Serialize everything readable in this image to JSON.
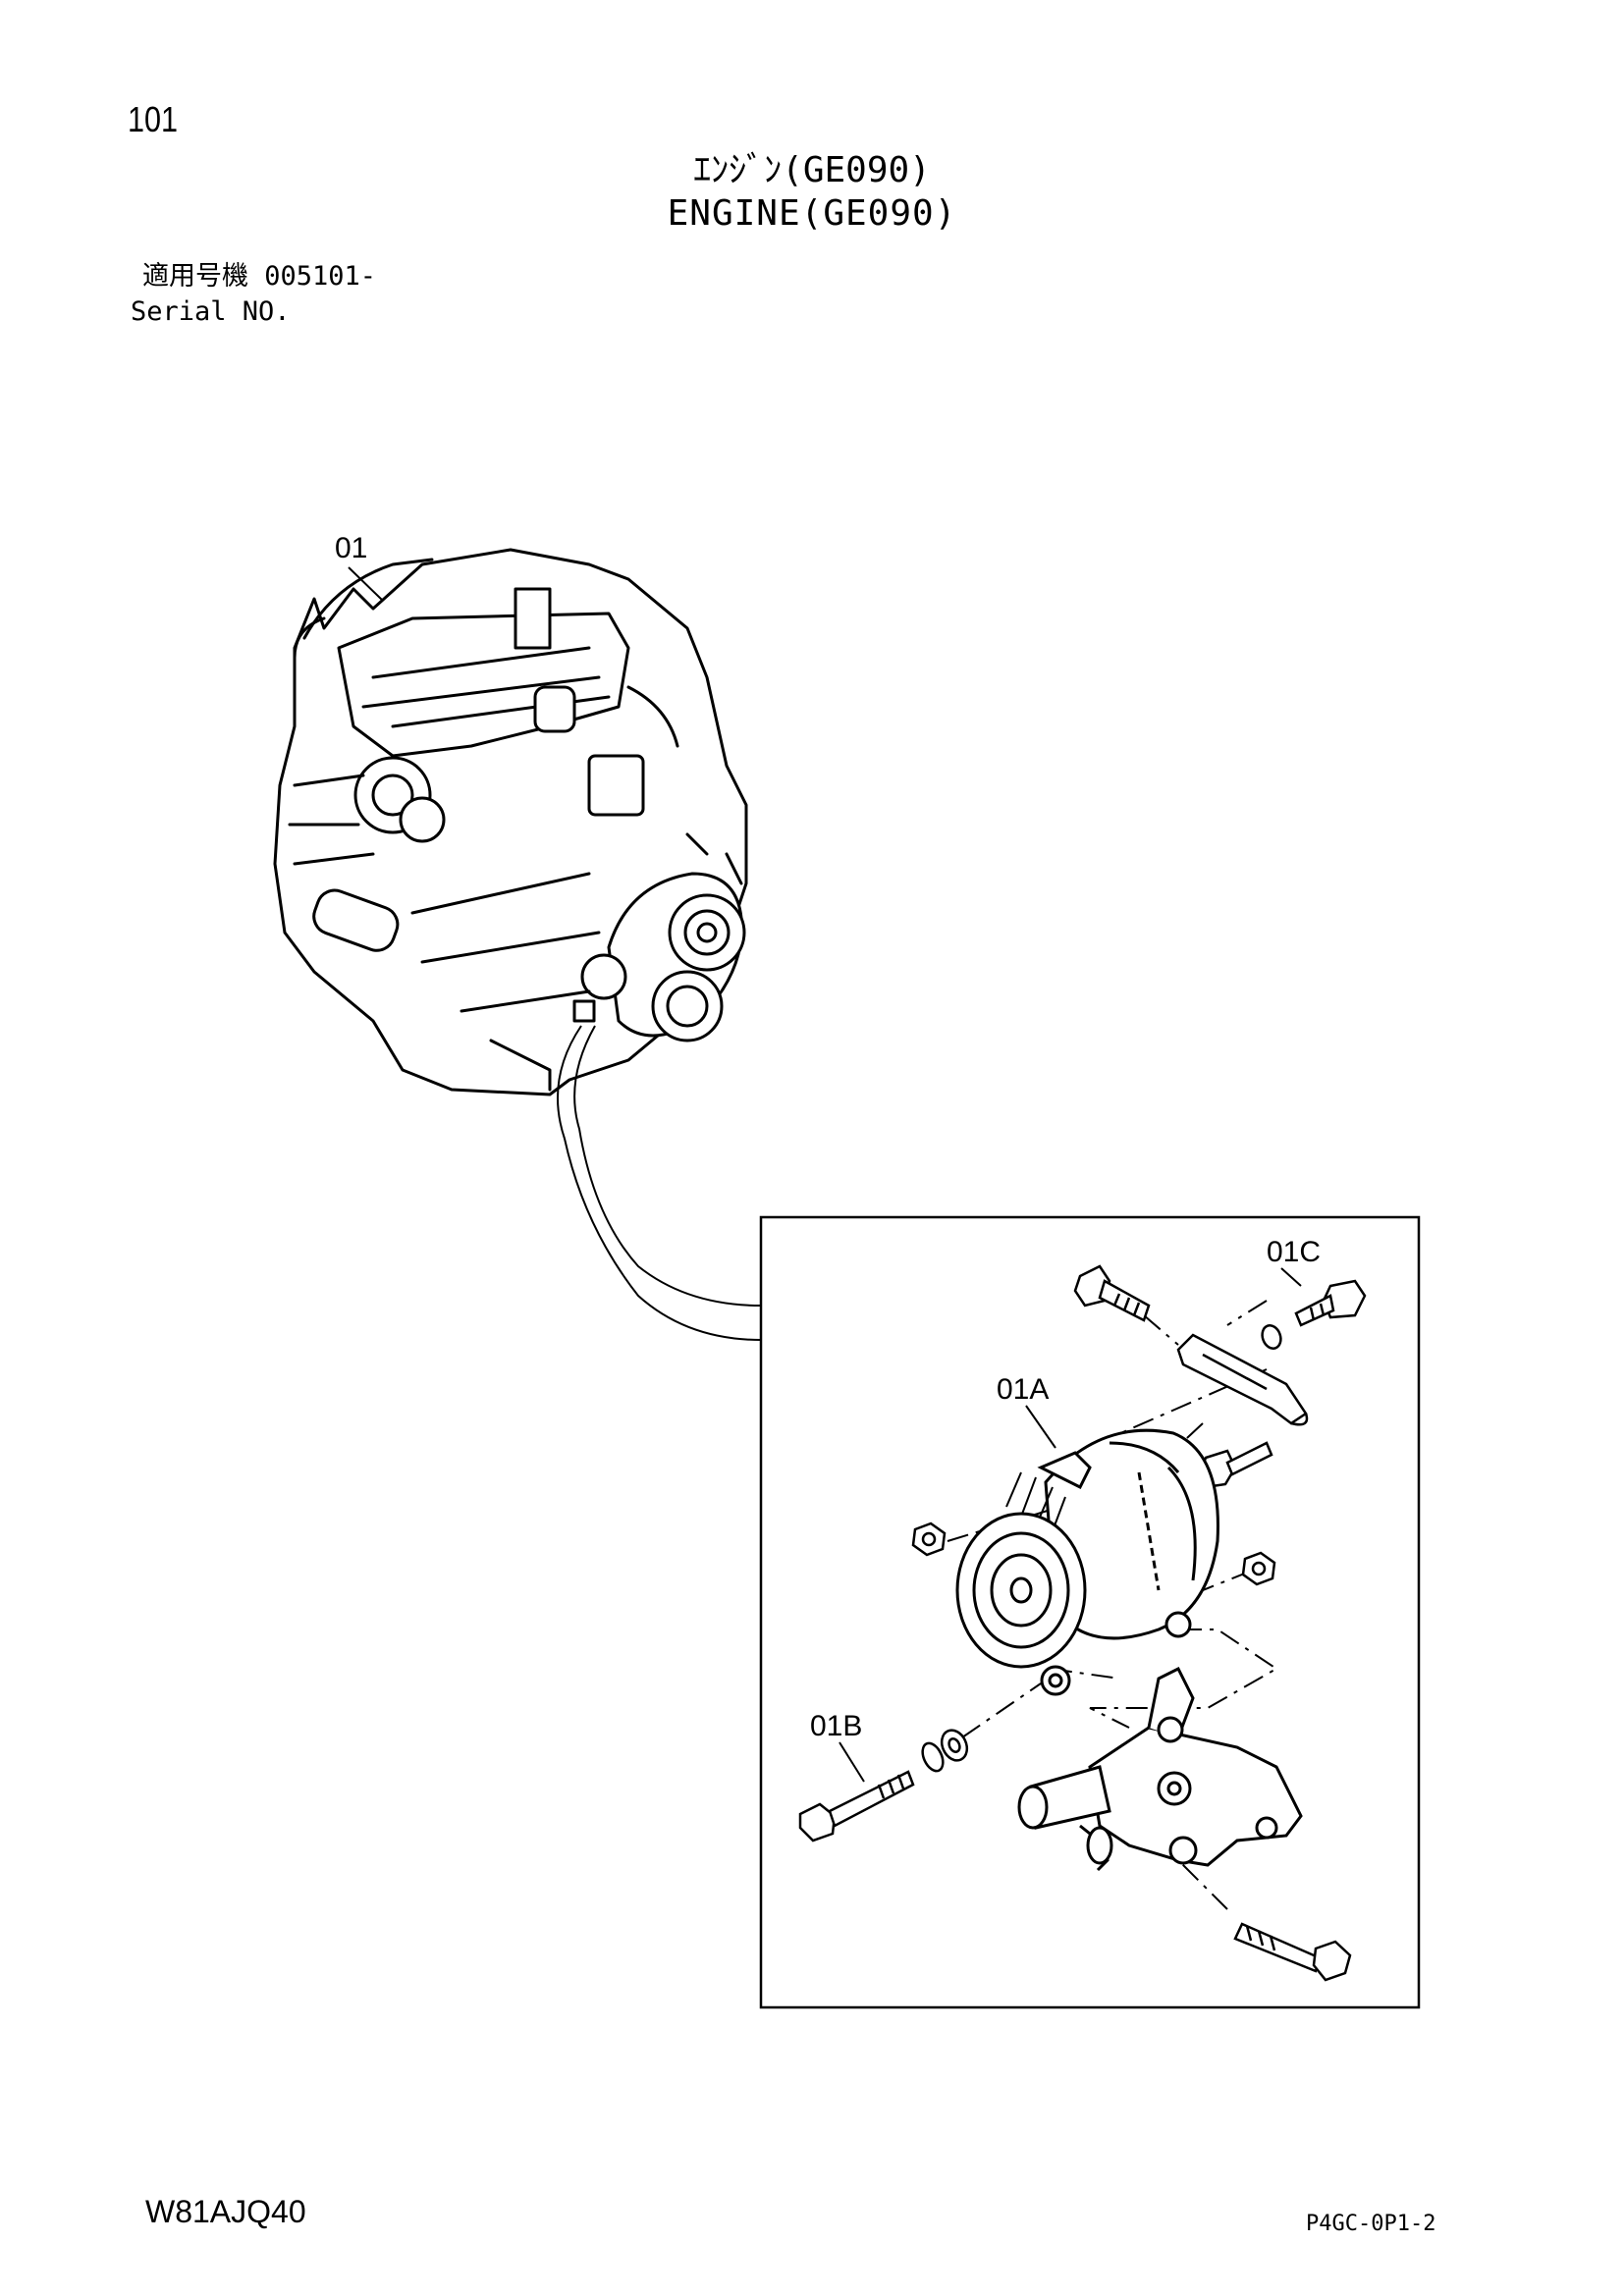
{
  "page_number": "101",
  "title": {
    "jp": "ｴﾝｼﾞﾝ(GE090)",
    "en": "ENGINE(GE090)"
  },
  "serial": {
    "jp": "適用号機 005101-",
    "en": "Serial NO."
  },
  "callouts": {
    "engine": "01",
    "alternator": "01A",
    "bolt_lower": "01B",
    "bolt_upper": "01C"
  },
  "footer": {
    "left": "W81AJQ40",
    "right": "P4GC-0P1-2"
  }
}
